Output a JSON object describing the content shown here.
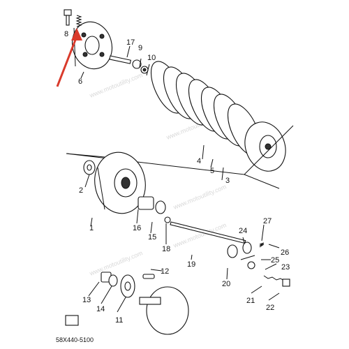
{
  "watermark": "www.motoutility.com",
  "part_code": "58X440-5100",
  "arrow_color": "#d93a2b",
  "callouts": {
    "c1": "1",
    "c2": "2",
    "c3": "3",
    "c4": "4",
    "c5": "5",
    "c6": "6",
    "c8": "8",
    "c9": "9",
    "c10": "10",
    "c11": "11",
    "c12": "12",
    "c13": "13",
    "c14": "14",
    "c15": "15",
    "c16": "16",
    "c17": "17",
    "c18": "18",
    "c19": "19",
    "c20": "20",
    "c21": "21",
    "c22": "22",
    "c23": "23",
    "c24": "24",
    "c25": "25",
    "c26": "26",
    "c27": "27"
  }
}
